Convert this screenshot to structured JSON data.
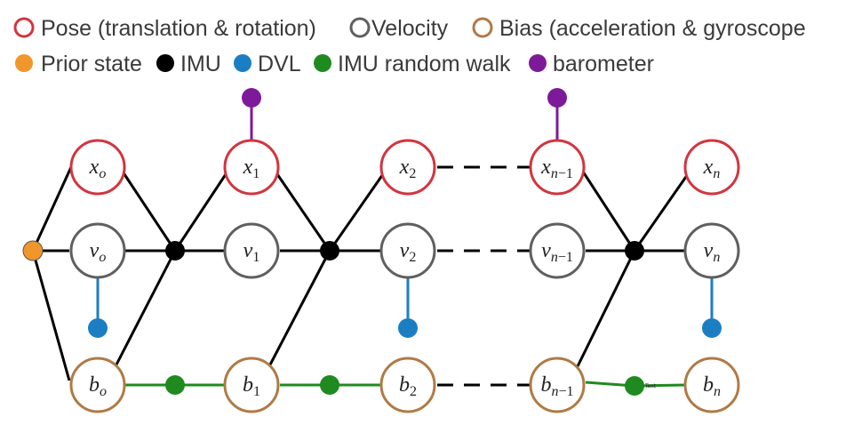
{
  "legend": {
    "pose": "Pose (translation & rotation)",
    "velocity": "Velocity",
    "bias": "Bias (acceleration & gyroscope",
    "prior": "Prior state",
    "imu": "IMU",
    "dvl": "DVL",
    "imu_random_walk": "IMU random walk",
    "barometer": "barometer"
  },
  "nodes": {
    "x0": {
      "base": "x",
      "sub": "o"
    },
    "x1": {
      "base": "x",
      "sub": "1"
    },
    "x2": {
      "base": "x",
      "sub": "2"
    },
    "xn1": {
      "base": "x",
      "sub_i": "n",
      "sub_rest": "−1"
    },
    "xn": {
      "base": "x",
      "sub": "n"
    },
    "v0": {
      "base": "v",
      "sub": "o"
    },
    "v1": {
      "base": "v",
      "sub": "1"
    },
    "v2": {
      "base": "v",
      "sub": "2"
    },
    "vn1": {
      "base": "v",
      "sub_i": "n",
      "sub_rest": "−1"
    },
    "vn": {
      "base": "v",
      "sub": "n"
    },
    "b0": {
      "base": "b",
      "sub": "o"
    },
    "b1": {
      "base": "b",
      "sub": "1"
    },
    "b2": {
      "base": "b",
      "sub": "2"
    },
    "bn1": {
      "base": "b",
      "sub_i": "n",
      "sub_rest": "−1"
    },
    "bn": {
      "base": "b",
      "sub": "n"
    }
  },
  "stray_label": "Text",
  "colors": {
    "pose": "#d1353f",
    "velocity": "#5f5f5f",
    "bias": "#b07a45",
    "prior": "#f0962a",
    "imu": "#000000",
    "dvl": "#1c7ec2",
    "random_walk": "#1f8a1f",
    "barometer": "#7d1a9a"
  }
}
